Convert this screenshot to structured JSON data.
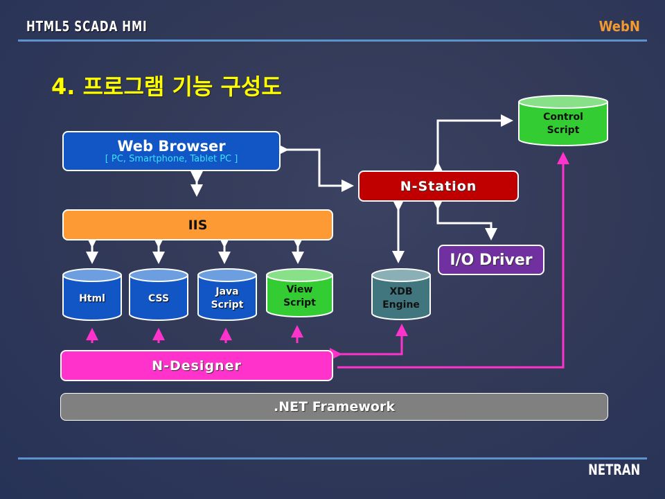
{
  "header": {
    "title": "HTML5 SCADA HMI",
    "brand": "WebN"
  },
  "page_title": "4. 프로그램 기능 구성도",
  "footer": {
    "brand": "NETRAN"
  },
  "colors": {
    "web_browser": "#1156c4",
    "iis": "#fd9a33",
    "n_station": "#c00000",
    "io_driver": "#7030a0",
    "n_designer": "#ff33cc",
    "net_framework": "#808080",
    "blue_db": "#1156c4",
    "green_db": "#33cc33",
    "teal_db": "#41767f",
    "white_connector": "#ffffff",
    "magenta_connector": "#ff33cc"
  },
  "nodes": {
    "web_browser": {
      "label": "Web Browser",
      "sublabel": "[ PC, Smartphone, Tablet PC ]"
    },
    "iis": {
      "label": "IIS"
    },
    "n_station": {
      "label": "N-Station"
    },
    "io_driver": {
      "label": "I/O Driver"
    },
    "n_designer": {
      "label": "N-Designer"
    },
    "net_framework": {
      "label": ".NET Framework"
    },
    "html": {
      "line1": "Html",
      "line2": ""
    },
    "css": {
      "line1": "CSS",
      "line2": ""
    },
    "javascript": {
      "line1": "Java",
      "line2": "Script"
    },
    "view_script": {
      "line1": "View",
      "line2": "Script"
    },
    "xdb_engine": {
      "line1": "XDB",
      "line2": "Engine"
    },
    "control_script": {
      "line1": "Control",
      "line2": "Script"
    }
  },
  "edges": [
    {
      "from": "web_browser",
      "to": "iis",
      "direction": "both",
      "style": "white"
    },
    {
      "from": "web_browser",
      "to": "n_station",
      "direction": "both",
      "style": "white"
    },
    {
      "from": "iis",
      "to": "html",
      "direction": "both",
      "style": "white"
    },
    {
      "from": "iis",
      "to": "css",
      "direction": "both",
      "style": "white"
    },
    {
      "from": "iis",
      "to": "javascript",
      "direction": "both",
      "style": "white"
    },
    {
      "from": "iis",
      "to": "view_script",
      "direction": "both",
      "style": "white"
    },
    {
      "from": "n_station",
      "to": "control_script",
      "direction": "both",
      "style": "white"
    },
    {
      "from": "n_station",
      "to": "xdb_engine",
      "direction": "both",
      "style": "white"
    },
    {
      "from": "n_station",
      "to": "io_driver",
      "direction": "both",
      "style": "white"
    },
    {
      "from": "n_designer",
      "to": "html",
      "direction": "forward",
      "style": "magenta"
    },
    {
      "from": "n_designer",
      "to": "css",
      "direction": "forward",
      "style": "magenta"
    },
    {
      "from": "n_designer",
      "to": "javascript",
      "direction": "forward",
      "style": "magenta"
    },
    {
      "from": "n_designer",
      "to": "view_script",
      "direction": "forward",
      "style": "magenta"
    },
    {
      "from": "n_designer",
      "to": "xdb_engine",
      "direction": "both",
      "style": "magenta"
    },
    {
      "from": "n_designer",
      "to": "control_script",
      "direction": "forward",
      "style": "magenta"
    }
  ]
}
